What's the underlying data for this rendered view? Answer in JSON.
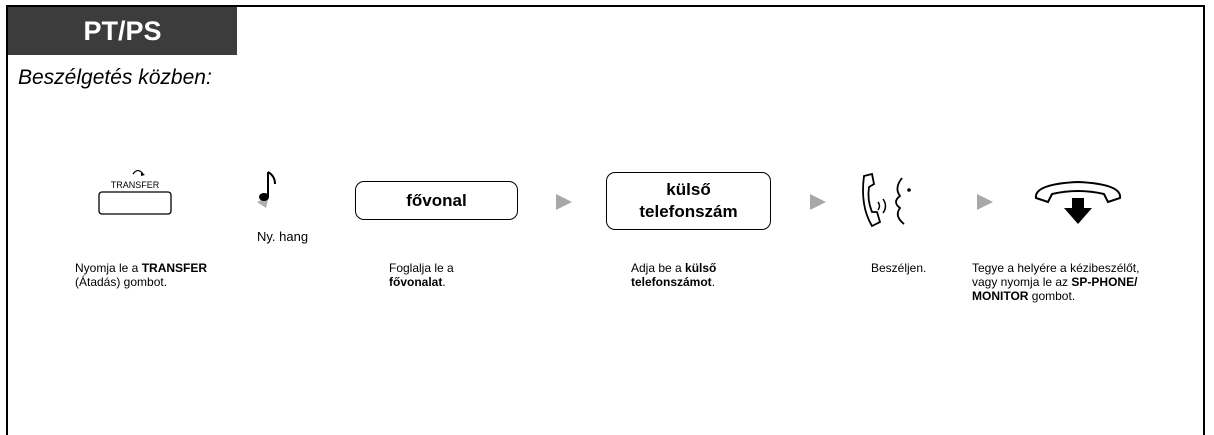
{
  "header": {
    "tab_label": "PT/PS",
    "subtitle": "Beszélgetés közben:"
  },
  "steps": [
    {
      "icon": "transfer-key-icon",
      "key_label": "TRANSFER",
      "desc": {
        "pre": "Nyomja le a ",
        "bold1": "TRANSFER",
        "rest": "(Átadás) gombot."
      }
    },
    {
      "icon": "dial-tone-icon",
      "caption": "Ny. hang"
    },
    {
      "box_label": "fővonal",
      "desc": {
        "pre": "Foglalja le a",
        "bold1": "fővonalat",
        "post": "."
      }
    },
    {
      "box_label_line1": "külső",
      "box_label_line2": "telefonszám",
      "desc": {
        "pre": "Adja be a ",
        "bold1": "külső",
        "bold2": "telefonszámot",
        "post": "."
      }
    },
    {
      "icon": "talk-icon",
      "desc": {
        "text": "Beszéljen."
      }
    },
    {
      "icon": "hang-up-icon",
      "desc": {
        "line1": "Tegye a helyére a kézibeszélőt,",
        "line2_pre": "vagy nyomja le az ",
        "bold1": "SP-PHONE/",
        "bold2": "MONITOR",
        "post": " gombot."
      }
    }
  ],
  "colors": {
    "tab_bg": "#3c3c3c",
    "arrow": "#a8a8a8"
  }
}
